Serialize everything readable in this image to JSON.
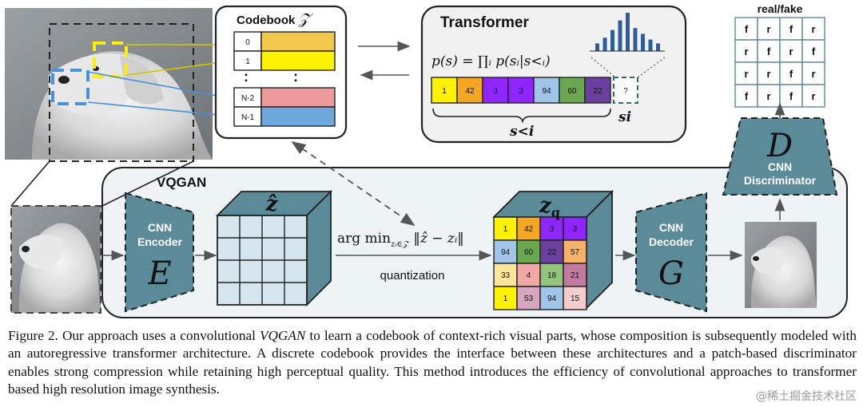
{
  "codebook": {
    "title": "Codebook",
    "symbol": "𝒵",
    "entries": [
      {
        "index": "0",
        "color": "#f2c94c"
      },
      {
        "index": "1",
        "color": "#fff200"
      },
      {
        "index": "N-2",
        "color": "#ea9a9a"
      },
      {
        "index": "N-1",
        "color": "#6fa8dc"
      }
    ],
    "ellipsis": ":"
  },
  "transformer": {
    "title": "Transformer",
    "formula": "p(s) = ∏ᵢ p(sᵢ|s<ᵢ)",
    "sequence": [
      {
        "value": "1",
        "color": "#fff200"
      },
      {
        "value": "42",
        "color": "#f5a623"
      },
      {
        "value": "3",
        "color": "#8f25ff"
      },
      {
        "value": "3",
        "color": "#8f25ff"
      },
      {
        "value": "94",
        "color": "#9fc5e8"
      },
      {
        "value": "60",
        "color": "#6aa84f"
      },
      {
        "value": "22",
        "color": "#6a3fa0"
      }
    ],
    "next_token": "?",
    "brace_label": "s<i",
    "next_label": "si",
    "histogram": [
      0.2,
      0.35,
      0.55,
      0.8,
      1.0,
      0.6,
      0.45,
      0.3,
      0.2
    ]
  },
  "discriminator_output": {
    "title": "real/fake",
    "grid": [
      [
        "f",
        "r",
        "f",
        "r"
      ],
      [
        "r",
        "f",
        "r",
        "f"
      ],
      [
        "r",
        "r",
        "f",
        "r"
      ],
      [
        "f",
        "r",
        "f",
        "r"
      ]
    ]
  },
  "vqgan": {
    "title": "VQGAN",
    "encoder": {
      "line1": "CNN",
      "line2": "Encoder",
      "symbol": "E"
    },
    "decoder": {
      "line1": "CNN",
      "line2": "Decoder",
      "symbol": "G"
    },
    "discriminator": {
      "symbol": "D",
      "line1": "CNN",
      "line2": "Discriminator"
    },
    "zhat_label": "ẑ",
    "zq_label": "z",
    "zq_subscript": "q",
    "argmin": "arg min",
    "argmin_sub": "zᵢ∈𝒵",
    "argmin_norm": "‖ẑ − zᵢ‖",
    "quantization": "quantization",
    "zq_grid": [
      {
        "value": "1",
        "color": "#fff200"
      },
      {
        "value": "42",
        "color": "#f5a623"
      },
      {
        "value": "3",
        "color": "#8f25ff"
      },
      {
        "value": "3",
        "color": "#8f25ff"
      },
      {
        "value": "94",
        "color": "#9fc5e8"
      },
      {
        "value": "60",
        "color": "#6aa84f"
      },
      {
        "value": "22",
        "color": "#6a3fa0"
      },
      {
        "value": "57",
        "color": "#f6b26b"
      },
      {
        "value": "33",
        "color": "#ffe599"
      },
      {
        "value": "4",
        "color": "#f4a7a7"
      },
      {
        "value": "18",
        "color": "#93c47d"
      },
      {
        "value": "21",
        "color": "#c27ba0"
      },
      {
        "value": "1",
        "color": "#fff200"
      },
      {
        "value": "53",
        "color": "#d5a6bd"
      },
      {
        "value": "94",
        "color": "#9fc5e8"
      },
      {
        "value": "15",
        "color": "#f4cccc"
      }
    ]
  },
  "colors": {
    "teal": "#5b8a99",
    "panel": "#eef3f5",
    "bar": "#2f5d9a"
  },
  "caption": {
    "label": "Figure 2.",
    "part1": " Our approach uses a convolutional ",
    "emph": "VQGAN",
    "part2": " to learn a codebook of context-rich visual parts, whose composition is subsequently modeled with an autoregressive transformer architecture.  A discrete codebook provides the interface between these architectures and a patch-based discriminator enables strong compression while retaining high perceptual quality.  This method introduces the efficiency of convolutional approaches to transformer based high resolution image synthesis."
  },
  "watermark": "@稀土掘金技术社区"
}
